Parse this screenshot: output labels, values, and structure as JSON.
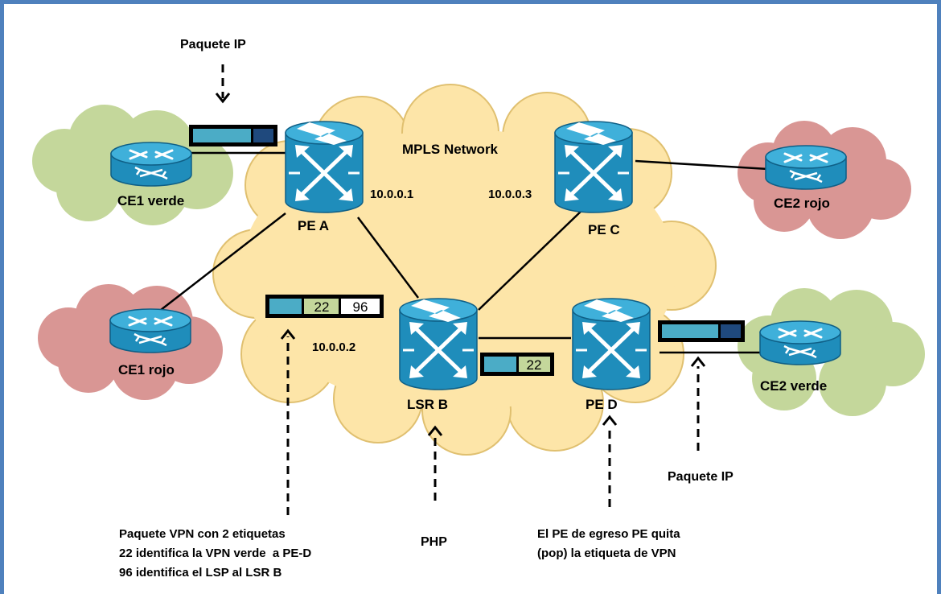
{
  "cloud_title": "MPLS Network",
  "nodes": {
    "pe_a": {
      "label": "PE A",
      "ip": "10.0.0.1"
    },
    "lsr_b": {
      "label": "LSR B",
      "ip": "10.0.0.2"
    },
    "pe_c": {
      "label": "PE C",
      "ip": "10.0.0.3"
    },
    "pe_d": {
      "label": "PE D"
    },
    "ce1_verde": {
      "label": "CE1 verde"
    },
    "ce1_rojo": {
      "label": "CE1 rojo"
    },
    "ce2_rojo": {
      "label": "CE2 rojo"
    },
    "ce2_verde": {
      "label": "CE2 verde"
    }
  },
  "packets": {
    "labeled": {
      "inner": "22",
      "outer": "96"
    },
    "mid": {
      "inner": "22"
    }
  },
  "notes": {
    "ip_top": "Paquete IP",
    "ip_right": "Paquete IP",
    "vpn": [
      "Paquete VPN con 2 etiquetas",
      "22 identifica la VPN verde  a PE-D",
      "96 identifica el LSP al LSR B"
    ],
    "php": "PHP",
    "egress": [
      "El PE de egreso PE quita",
      "(pop) la etiqueta de VPN"
    ]
  },
  "colors": {
    "border": "#4f81bd",
    "mpls_cloud": "#fde5a8",
    "green_cloud": "#c4d79b",
    "red_cloud": "#d99694",
    "router_body": "#1f8dbb",
    "packet_payload": "#4bacc6",
    "packet_header": "#1f497d",
    "label_22": "#c4d79b"
  },
  "icons": {
    "router": "router-icon",
    "lsr": "label-switch-router-icon"
  }
}
